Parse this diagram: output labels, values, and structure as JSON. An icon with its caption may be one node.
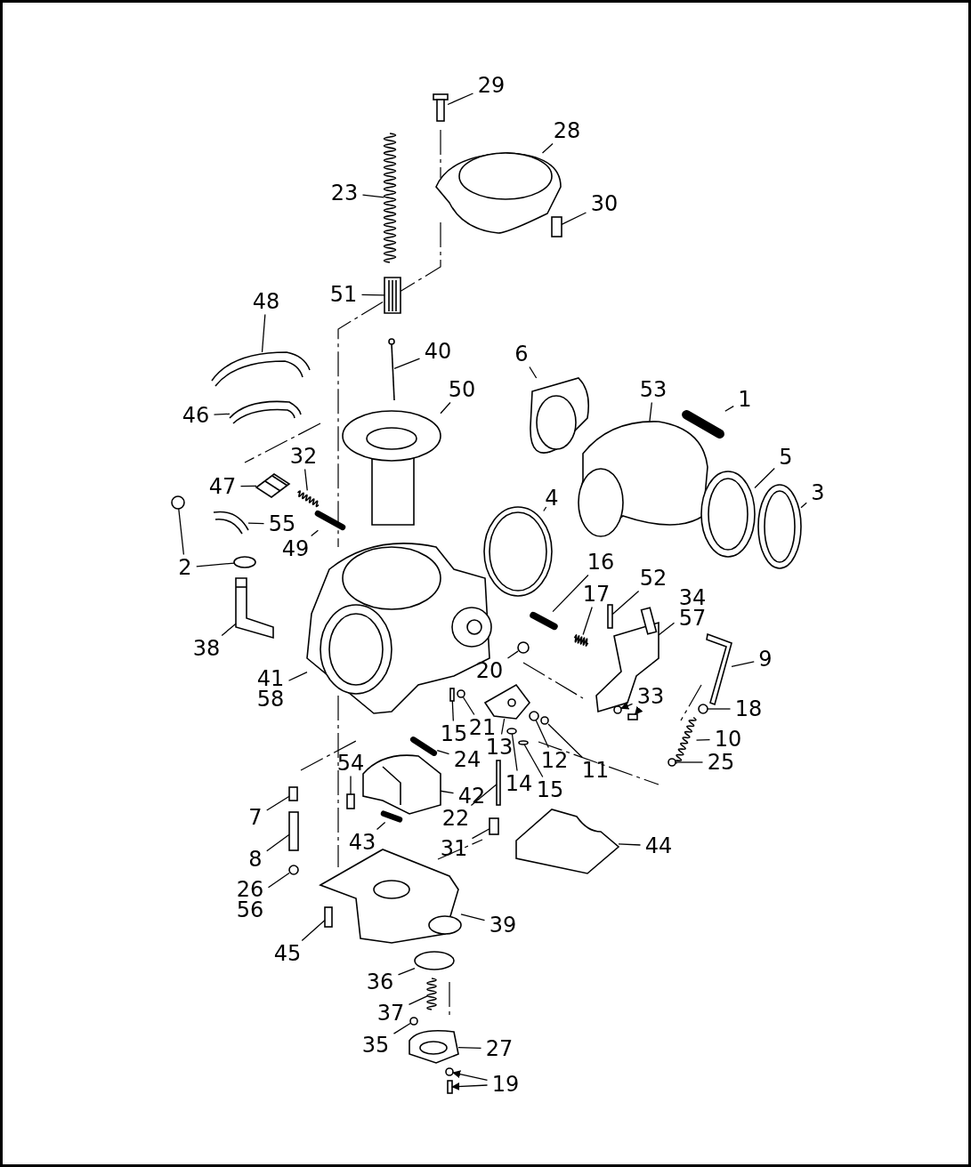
{
  "diagram": {
    "nodes": [
      {
        "text": [
          "29"
        ]
      },
      {
        "text": [
          "28"
        ]
      },
      {
        "text": [
          "23"
        ]
      },
      {
        "text": [
          "30"
        ]
      },
      {
        "text": [
          "51"
        ]
      },
      {
        "text": [
          "48"
        ]
      },
      {
        "text": [
          "40"
        ]
      },
      {
        "text": [
          "6"
        ]
      },
      {
        "text": [
          "53"
        ]
      },
      {
        "text": [
          "50"
        ]
      },
      {
        "text": [
          "1"
        ]
      },
      {
        "text": [
          "46"
        ]
      },
      {
        "text": [
          "32"
        ]
      },
      {
        "text": [
          "5"
        ]
      },
      {
        "text": [
          "47"
        ]
      },
      {
        "text": [
          "3"
        ]
      },
      {
        "text": [
          "4"
        ]
      },
      {
        "text": [
          "55"
        ]
      },
      {
        "text": [
          "49"
        ]
      },
      {
        "text": [
          "2"
        ]
      },
      {
        "text": [
          "16"
        ]
      },
      {
        "text": [
          "52"
        ]
      },
      {
        "text": [
          "17"
        ]
      },
      {
        "text": [
          "34",
          "57"
        ]
      },
      {
        "text": [
          "38"
        ]
      },
      {
        "text": [
          "9"
        ]
      },
      {
        "text": [
          "20"
        ]
      },
      {
        "text": [
          "41",
          "58"
        ]
      },
      {
        "text": [
          "33"
        ]
      },
      {
        "text": [
          "18"
        ]
      },
      {
        "text": [
          "21"
        ]
      },
      {
        "text": [
          "15"
        ]
      },
      {
        "text": [
          "10"
        ]
      },
      {
        "text": [
          "13"
        ]
      },
      {
        "text": [
          "12"
        ]
      },
      {
        "text": [
          "24"
        ]
      },
      {
        "text": [
          "11"
        ]
      },
      {
        "text": [
          "25"
        ]
      },
      {
        "text": [
          "54"
        ]
      },
      {
        "text": [
          "14"
        ]
      },
      {
        "text": [
          "15"
        ]
      },
      {
        "text": [
          "42"
        ]
      },
      {
        "text": [
          "7"
        ]
      },
      {
        "text": [
          "22"
        ]
      },
      {
        "text": [
          "44"
        ]
      },
      {
        "text": [
          "43"
        ]
      },
      {
        "text": [
          "31"
        ]
      },
      {
        "text": [
          "8"
        ]
      },
      {
        "text": [
          "26",
          "56"
        ]
      },
      {
        "text": [
          "39"
        ]
      },
      {
        "text": [
          "45"
        ]
      },
      {
        "text": [
          "36"
        ]
      },
      {
        "text": [
          "37"
        ]
      },
      {
        "text": [
          "35"
        ]
      },
      {
        "text": [
          "27"
        ]
      },
      {
        "text": [
          "19"
        ]
      },
      {
        "text": [],
        "shape": "picture"
      },
      {
        "text": [],
        "shape": "picture"
      },
      {
        "text": [],
        "shape": "picture"
      },
      {
        "text": [],
        "shape": "box"
      },
      {
        "text": [],
        "shape": "picture"
      },
      {
        "text": [],
        "shape": "picture"
      },
      {
        "text": [],
        "shape": "picture"
      },
      {
        "text": [],
        "shape": "picture"
      },
      {
        "text": [],
        "shape": "picture"
      },
      {
        "text": [],
        "shape": "picture"
      },
      {
        "text": [],
        "shape": "bar"
      },
      {
        "text": [],
        "shape": "picture"
      },
      {
        "text": [],
        "shape": "picture"
      },
      {
        "text": [],
        "shape": "picture"
      },
      {
        "text": [],
        "shape": "picture"
      },
      {
        "text": [],
        "shape": "picture"
      },
      {
        "text": [],
        "shape": "picture"
      },
      {
        "text": [],
        "shape": "picture"
      },
      {
        "text": [],
        "shape": "bar"
      },
      {
        "text": [],
        "shape": "circle"
      },
      {
        "text": [],
        "shape": "circle"
      },
      {
        "text": [],
        "shape": "bar"
      },
      {
        "text": [],
        "shape": "box"
      },
      {
        "text": [],
        "shape": "picture"
      },
      {
        "text": [],
        "shape": "picture"
      },
      {
        "text": [],
        "shape": "picture"
      },
      {
        "text": [],
        "shape": "picture"
      },
      {
        "text": [],
        "shape": "circle"
      },
      {
        "text": [],
        "shape": "picture"
      },
      {
        "text": [],
        "shape": "circle"
      },
      {
        "text": [],
        "shape": "box"
      },
      {
        "text": [],
        "shape": "circle"
      },
      {
        "text": [],
        "shape": "circle"
      },
      {
        "text": [],
        "shape": "box"
      },
      {
        "text": [],
        "shape": "picture"
      },
      {
        "text": [],
        "shape": "picture"
      },
      {
        "text": [],
        "shape": "circle"
      },
      {
        "text": [],
        "shape": "bar"
      },
      {
        "text": [],
        "shape": "circle"
      },
      {
        "text": [],
        "shape": "circle"
      },
      {
        "text": [],
        "shape": "box"
      },
      {
        "text": [],
        "shape": "circle"
      },
      {
        "text": [],
        "shape": "circle"
      },
      {
        "text": [],
        "shape": "picture"
      },
      {
        "text": [],
        "shape": "box"
      },
      {
        "text": [],
        "shape": "box"
      },
      {
        "text": [],
        "shape": "picture"
      },
      {
        "text": [],
        "shape": "bar"
      },
      {
        "text": [],
        "shape": "box"
      },
      {
        "text": [],
        "shape": "box"
      },
      {
        "text": [],
        "shape": "circle"
      },
      {
        "text": [],
        "shape": "picture"
      },
      {
        "text": [],
        "shape": "box"
      },
      {
        "text": [],
        "shape": "circle"
      },
      {
        "text": [],
        "shape": "picture"
      },
      {
        "text": [],
        "shape": "circle"
      },
      {
        "text": [],
        "shape": "picture"
      },
      {
        "text": [],
        "shape": "circle"
      },
      {
        "text": [],
        "shape": "box"
      }
    ],
    "edges": [
      {
        "from": 0,
        "to": 56,
        "arrow": "none"
      },
      {
        "from": 1,
        "to": 57,
        "arrow": "none"
      },
      {
        "from": 2,
        "to": 58,
        "arrow": "none"
      },
      {
        "from": 3,
        "to": 59,
        "arrow": "none"
      },
      {
        "from": 4,
        "to": 60,
        "arrow": "none"
      },
      {
        "from": 5,
        "to": 61,
        "arrow": "none"
      },
      {
        "from": 6,
        "to": 62,
        "arrow": "none"
      },
      {
        "from": 7,
        "to": 63,
        "arrow": "none"
      },
      {
        "from": 8,
        "to": 64,
        "arrow": "none"
      },
      {
        "from": 9,
        "to": 65,
        "arrow": "none"
      },
      {
        "from": 10,
        "to": 66,
        "arrow": "none"
      },
      {
        "from": 11,
        "to": 67,
        "arrow": "none"
      },
      {
        "from": 12,
        "to": 68,
        "arrow": "none"
      },
      {
        "from": 13,
        "to": 69,
        "arrow": "none"
      },
      {
        "from": 14,
        "to": 70,
        "arrow": "none"
      },
      {
        "from": 15,
        "to": 71,
        "arrow": "none"
      },
      {
        "from": 16,
        "to": 72,
        "arrow": "none"
      },
      {
        "from": 17,
        "to": 73,
        "arrow": "none"
      },
      {
        "from": 18,
        "to": 74,
        "arrow": "none"
      },
      {
        "from": 19,
        "to": 75,
        "arrow": "none"
      },
      {
        "from": 19,
        "to": 76,
        "arrow": "none"
      },
      {
        "from": 20,
        "to": 77,
        "arrow": "none"
      },
      {
        "from": 21,
        "to": 78,
        "arrow": "none"
      },
      {
        "from": 22,
        "to": 79,
        "arrow": "none"
      },
      {
        "from": 23,
        "to": 80,
        "arrow": "none"
      },
      {
        "from": 24,
        "to": 81,
        "arrow": "none"
      },
      {
        "from": 25,
        "to": 82,
        "arrow": "none"
      },
      {
        "from": 26,
        "to": 83,
        "arrow": "none"
      },
      {
        "from": 27,
        "to": 84,
        "arrow": "none"
      },
      {
        "from": 28,
        "to": 85,
        "arrow": "to"
      },
      {
        "from": 28,
        "to": 86,
        "arrow": "to"
      },
      {
        "from": 29,
        "to": 87,
        "arrow": "none"
      },
      {
        "from": 30,
        "to": 88,
        "arrow": "none"
      },
      {
        "from": 31,
        "to": 89,
        "arrow": "none"
      },
      {
        "from": 32,
        "to": 90,
        "arrow": "none"
      },
      {
        "from": 33,
        "to": 91,
        "arrow": "none"
      },
      {
        "from": 34,
        "to": 92,
        "arrow": "none"
      },
      {
        "from": 35,
        "to": 93,
        "arrow": "none"
      },
      {
        "from": 36,
        "to": 94,
        "arrow": "none"
      },
      {
        "from": 37,
        "to": 95,
        "arrow": "none"
      },
      {
        "from": 38,
        "to": 96,
        "arrow": "none"
      },
      {
        "from": 39,
        "to": 97,
        "arrow": "none"
      },
      {
        "from": 40,
        "to": 98,
        "arrow": "none"
      },
      {
        "from": 41,
        "to": 99,
        "arrow": "none"
      },
      {
        "from": 42,
        "to": 100,
        "arrow": "none"
      },
      {
        "from": 43,
        "to": 101,
        "arrow": "none"
      },
      {
        "from": 44,
        "to": 102,
        "arrow": "none"
      },
      {
        "from": 45,
        "to": 103,
        "arrow": "none"
      },
      {
        "from": 46,
        "to": 104,
        "arrow": "none"
      },
      {
        "from": 47,
        "to": 105,
        "arrow": "none"
      },
      {
        "from": 48,
        "to": 106,
        "arrow": "none"
      },
      {
        "from": 49,
        "to": 107,
        "arrow": "none"
      },
      {
        "from": 50,
        "to": 108,
        "arrow": "none"
      },
      {
        "from": 51,
        "to": 109,
        "arrow": "none"
      },
      {
        "from": 52,
        "to": 110,
        "arrow": "none"
      },
      {
        "from": 53,
        "to": 111,
        "arrow": "none"
      },
      {
        "from": 54,
        "to": 112,
        "arrow": "none"
      },
      {
        "from": 55,
        "to": 113,
        "arrow": "to"
      },
      {
        "from": 55,
        "to": 114,
        "arrow": "to"
      }
    ]
  }
}
